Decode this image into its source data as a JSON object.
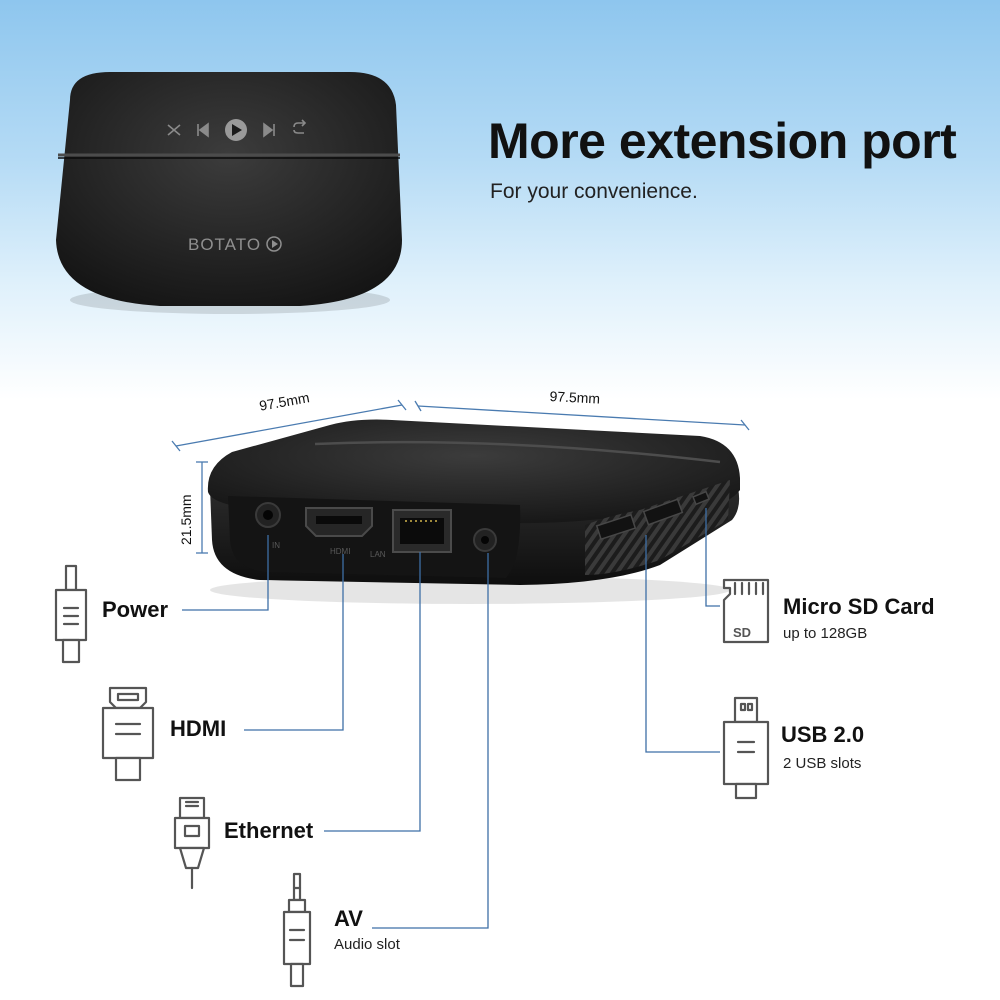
{
  "header": {
    "title": "More extension port",
    "subtitle": "For your convenience."
  },
  "product": {
    "brand": "BOTATO",
    "ports_printed": [
      "IN",
      "HDMI",
      "LAN"
    ]
  },
  "dimensions": {
    "width": "97.5mm",
    "depth": "97.5mm",
    "height": "21.5mm"
  },
  "ports": {
    "power": {
      "label": "Power"
    },
    "hdmi": {
      "label": "HDMI"
    },
    "ethernet": {
      "label": "Ethernet"
    },
    "av": {
      "label": "AV",
      "desc": "Audio slot"
    },
    "microsd": {
      "label": "Micro SD Card",
      "desc": "up to 128GB",
      "icon_text": "SD"
    },
    "usb": {
      "label": "USB 2.0",
      "desc": "2 USB slots"
    }
  },
  "colors": {
    "accent_line": "#3e6fa6",
    "device": "#1e1e1e",
    "icon_stroke": "#555555"
  }
}
